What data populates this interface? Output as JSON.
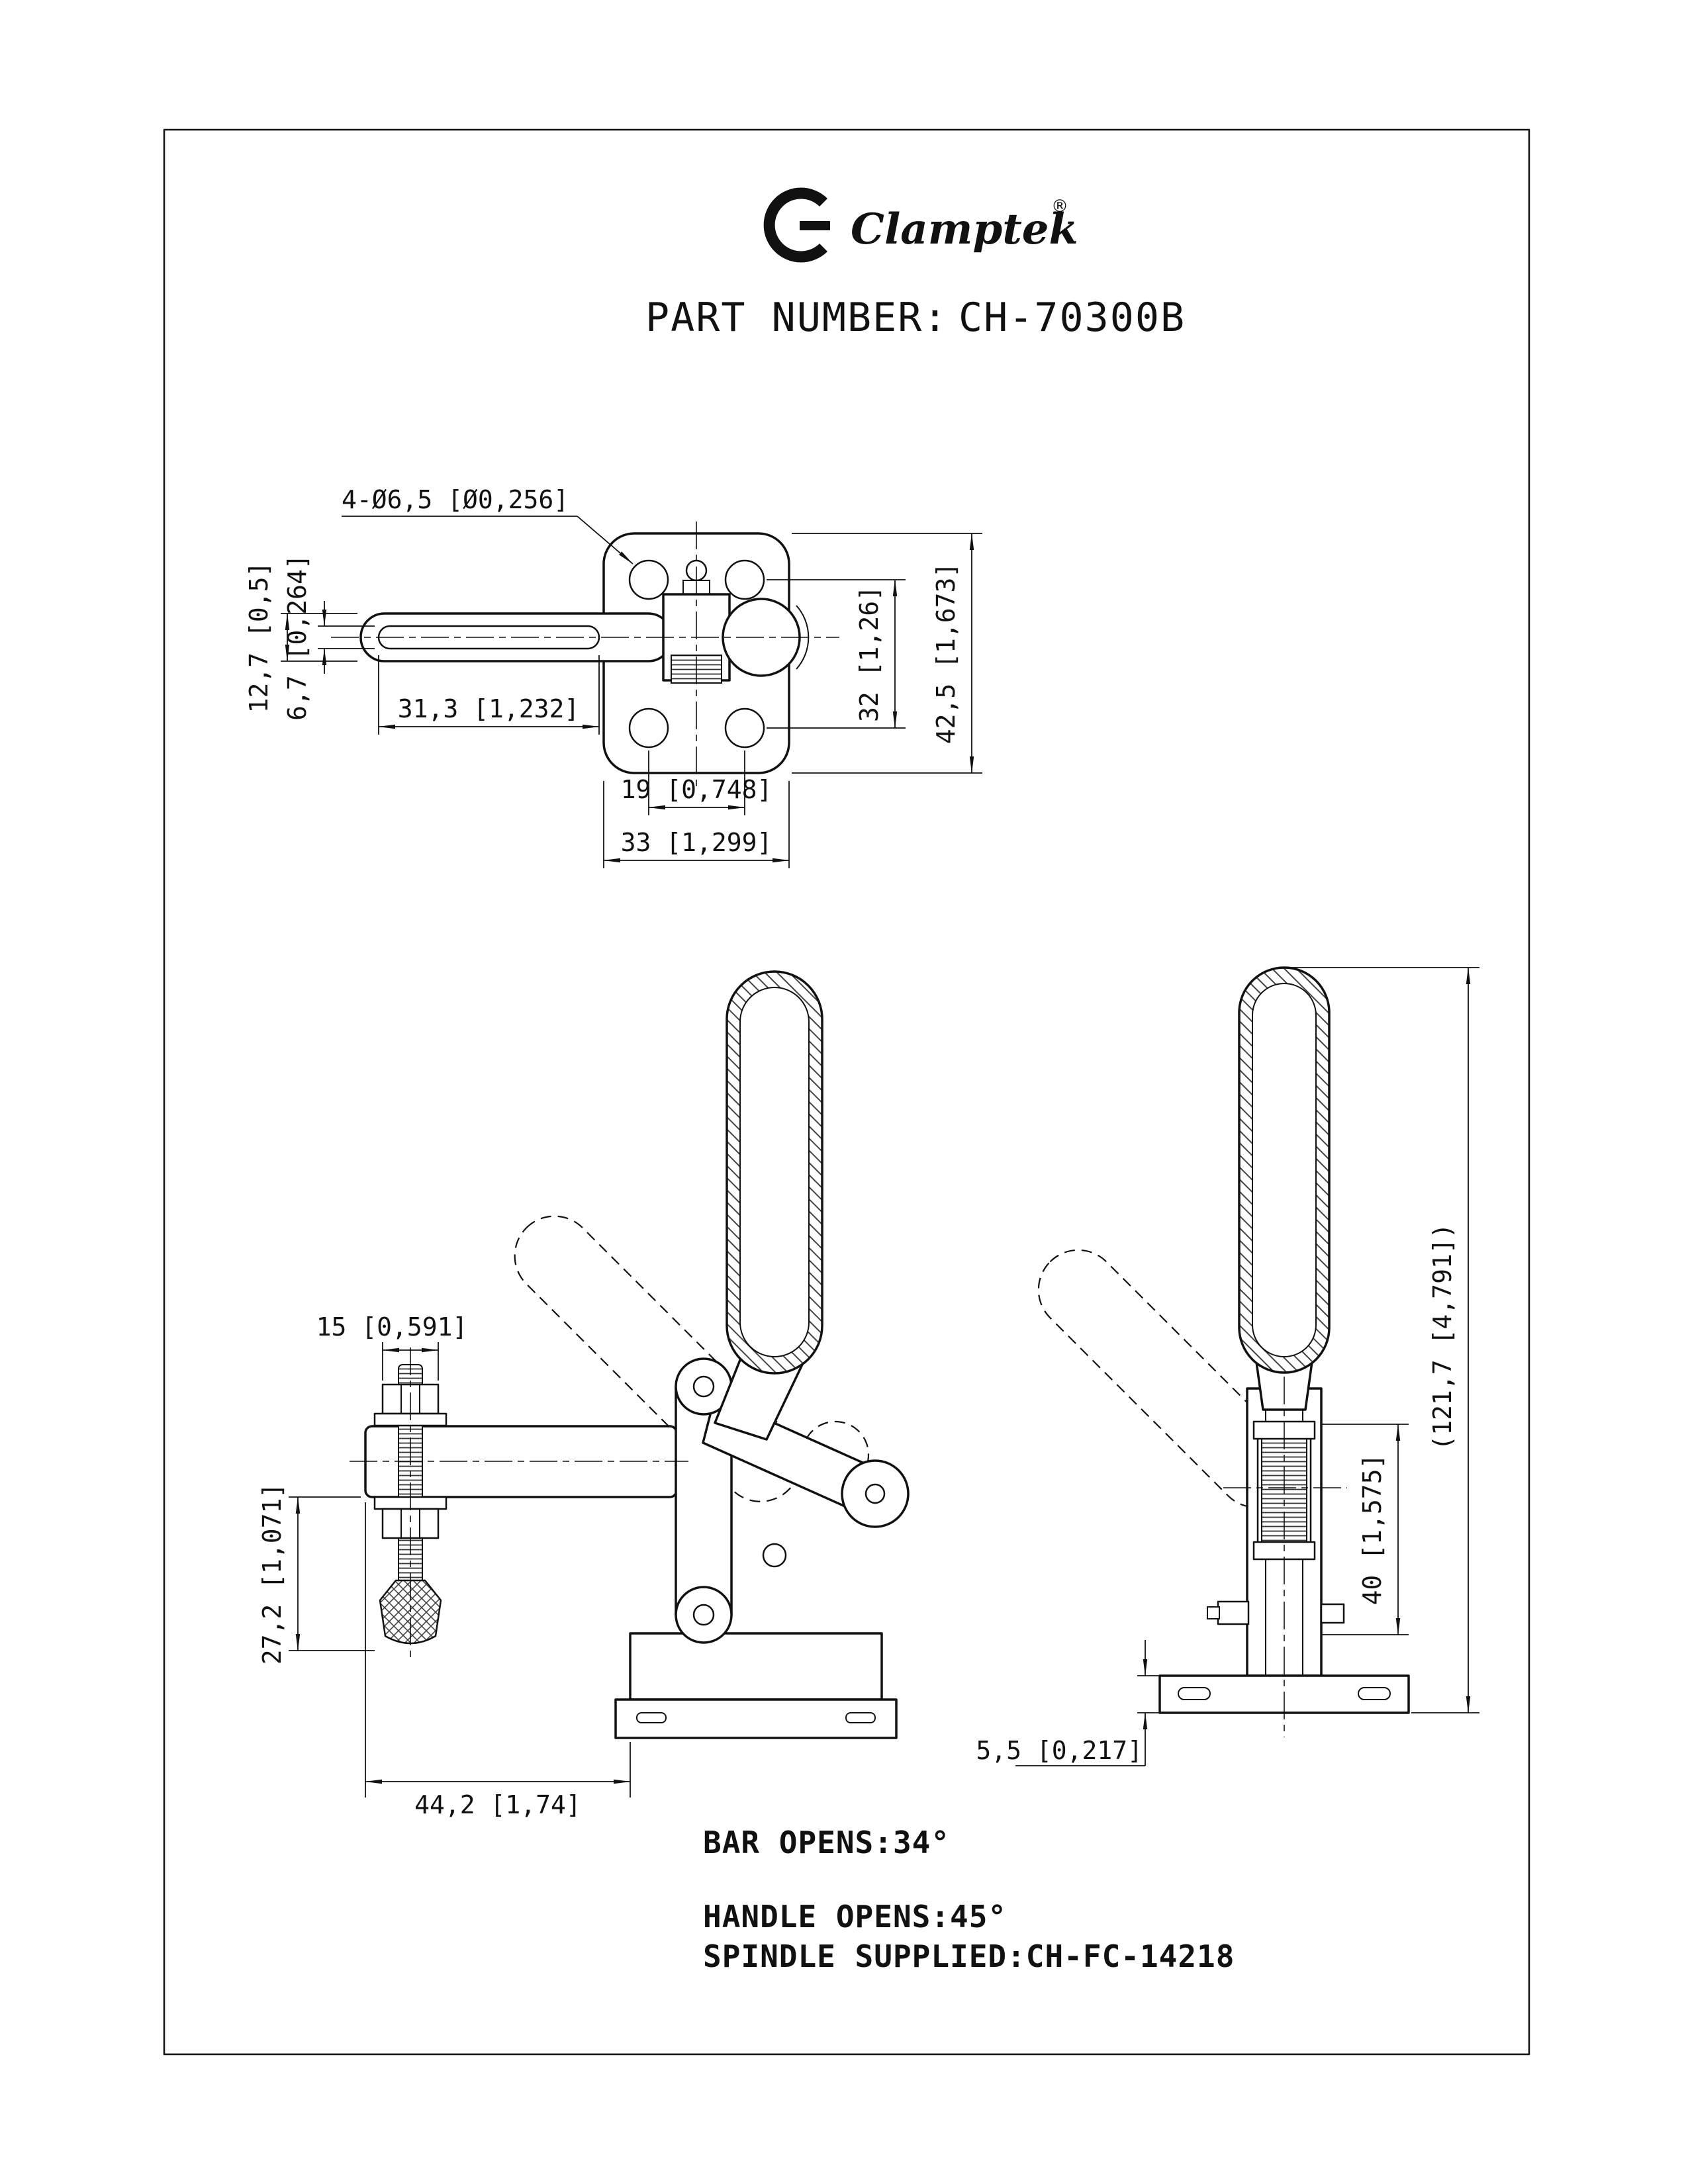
{
  "header": {
    "brand": "Clamptek",
    "registered_mark": "®",
    "part_number_label": "PART NUMBER:",
    "part_number_value": "CH-70300B"
  },
  "top_view": {
    "hole_callout": "4-Ø6,5 [Ø0,256]",
    "dim_bar_thickness": "12,7 [0,5]",
    "dim_slot_width": "6,7 [0,264]",
    "dim_slot_length": "31,3 [1,232]",
    "dim_hole_spacing_vertical": "32 [1,26]",
    "dim_plate_height": "42,5 [1,673]",
    "dim_hole_spacing_horizontal": "19 [0,748]",
    "dim_plate_width": "33 [1,299]"
  },
  "front_view": {
    "dim_spindle_width": "15 [0,591]",
    "dim_spindle_reach": "27,2 [1,071]",
    "dim_bar_length": "44,2 [1,74]"
  },
  "side_view": {
    "dim_clamp_height": "40 [1,575]",
    "dim_overall_height": "(121,7 [4,791])",
    "dim_base_thickness": "5,5 [0,217]"
  },
  "notes": {
    "bar_opens": "BAR OPENS:34°",
    "handle_opens": "HANDLE OPENS:45°",
    "spindle_supplied": "SPINDLE SUPPLIED:CH-FC-14218"
  }
}
